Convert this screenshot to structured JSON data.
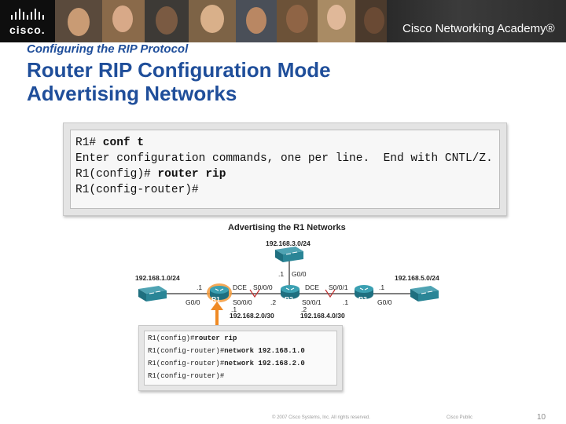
{
  "header": {
    "logo": "cisco.",
    "academy": "Cisco Networking Academy®"
  },
  "slide": {
    "kicker": "Configuring the RIP Protocol",
    "title_line1": "Router RIP Configuration Mode",
    "title_line2": "Advertising Networks"
  },
  "cli": {
    "lines": [
      {
        "prompt": "R1#",
        "cmd": " conf t"
      },
      {
        "prompt": "Enter configuration commands, one per line.  End with CNTL/Z.",
        "cmd": ""
      },
      {
        "prompt": "R1(config)#",
        "cmd": " router rip"
      },
      {
        "prompt": "R1(config-router)#",
        "cmd": ""
      }
    ]
  },
  "diagram": {
    "title": "Advertising the R1 Networks",
    "net_top": "192.168.3.0/24",
    "net_left": "192.168.1.0/24",
    "net_right": "192.168.5.0/24",
    "net_r1r2": "192.168.2.0/30",
    "net_r2r3": "192.168.4.0/30",
    "r1": "R1",
    "r2": "R2",
    "r3": "R3",
    "dot1_top": ".1",
    "g00_top": "G0/0",
    "dot1_left": ".1",
    "g00_left": "G0/0",
    "dce_left": "DCE",
    "s000_r2": "S0/0/0",
    "s000_r1": "S0/0/0",
    "dot1_r1s": ".1",
    "dot2_r2": ".2",
    "dce_right": "DCE",
    "s001_r3": "S0/0/1",
    "dot1_r3": ".1",
    "s001_r2": "S0/0/1",
    "dot2_r2b": ".2",
    "dot_r3b": ".1",
    "g00_r3": "G0/0",
    "dot1_right": ".1"
  },
  "config": {
    "lines": [
      {
        "prompt": "R1(config)#",
        "cmd": "router rip"
      },
      {
        "prompt": "R1(config-router)#",
        "cmd": "network 192.168.1.0"
      },
      {
        "prompt": "R1(config-router)#",
        "cmd": "network 192.168.2.0"
      },
      {
        "prompt": "R1(config-router)#",
        "cmd": ""
      }
    ]
  },
  "footer": {
    "copyright": "© 2007 Cisco Systems, Inc. All rights reserved.",
    "classification": "Cisco Public",
    "page": "10"
  },
  "colors": {
    "title_blue": "#1f4e9a",
    "router_teal": "#1e7d8f",
    "switch_teal": "#27808e",
    "r1_highlight": "#f39a3a",
    "arrow_orange": "#ef8a24"
  }
}
